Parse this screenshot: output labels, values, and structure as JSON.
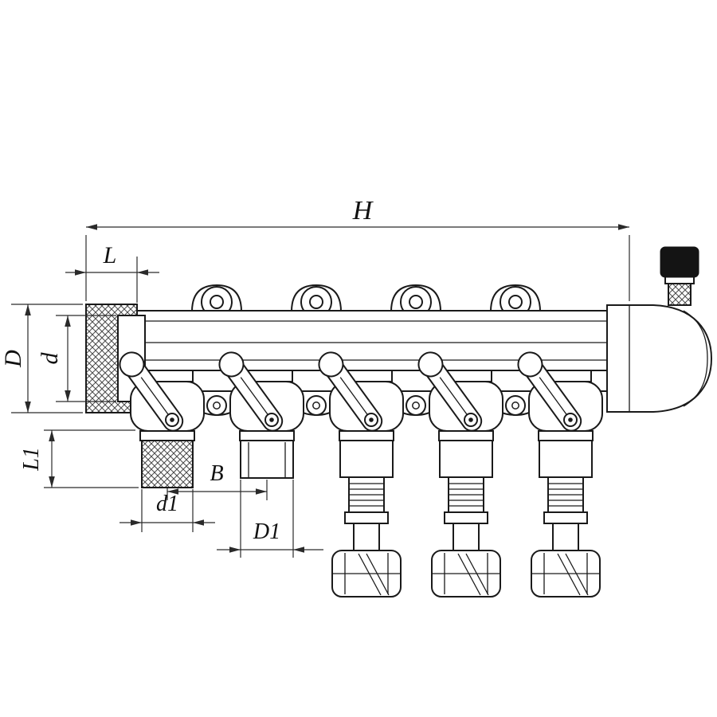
{
  "diagram": {
    "type": "technical drawing",
    "subject": "5-outlet water distribution manifold with ball valves, end cap, air vent and compression fittings",
    "background_color": "#ffffff",
    "line_color": "#1a1a1a",
    "vent_cap_color": "#141414",
    "valve_count": 5,
    "mounting_hole_count": 4,
    "compression_nut_count": 3,
    "dimension_labels": {
      "overall_length": "H",
      "cap_length": "L",
      "outer_diameter": "D",
      "inner_diameter": "d",
      "outlet_length": "L1",
      "outlet_spacing": "B",
      "outlet1_diameter": "d1",
      "outlet2_diameter": "D1"
    }
  }
}
